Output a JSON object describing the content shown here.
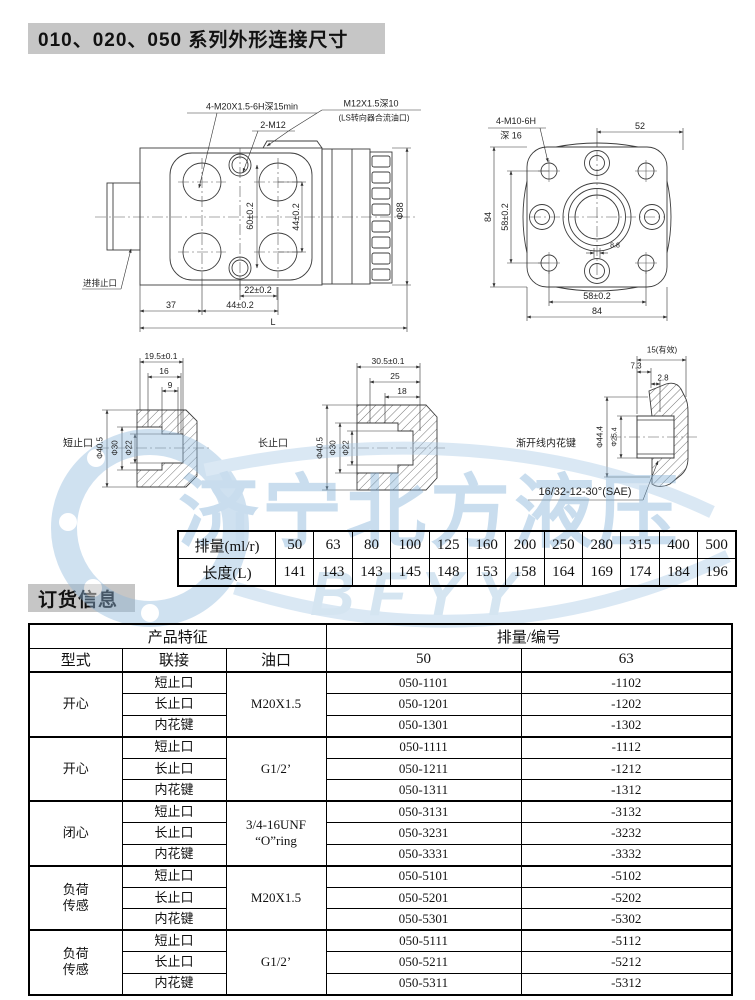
{
  "titles": {
    "main": "010、020、050 系列外形连接尺寸",
    "order": "订货信息"
  },
  "watermark": {
    "brand": "济宁北方液压",
    "latin": "BFYY",
    "color": "#8fb8dd"
  },
  "side_view": {
    "labels": [
      "4-M20X1.5-6H深15min",
      "2-M12",
      "M12X1.5深10",
      "(LS转向器合流油口)",
      "进排止口",
      "60±0.2",
      "44±0.2",
      "Φ88",
      "22±0.2",
      "37",
      "44±0.2",
      "L"
    ]
  },
  "end_view": {
    "labels": [
      "4-M10-6H",
      "深 16",
      "52",
      "84",
      "58±0.2",
      "8.8",
      "58±0.2",
      "84"
    ]
  },
  "sections": {
    "short": {
      "name": "短止口",
      "dims": [
        "19.5±0.1",
        "16",
        "9",
        "Φ40.5",
        "Φ30",
        "Φ22"
      ]
    },
    "long": {
      "name": "长止口",
      "dims": [
        "30.5±0.1",
        "25",
        "18",
        "Φ40.5",
        "Φ30",
        "Φ22"
      ]
    },
    "spline": {
      "name": "渐开线内花键",
      "dims": [
        "15(有效)",
        "7.3",
        "2.8",
        "Φ44.4",
        "Φ25.4"
      ],
      "note": "16/32-12-30°(SAE)"
    }
  },
  "size_table": {
    "rows": [
      {
        "label": "排量(ml/r)",
        "values": [
          "50",
          "63",
          "80",
          "100",
          "125",
          "160",
          "200",
          "250",
          "280",
          "315",
          "400",
          "500"
        ]
      },
      {
        "label": "长度(L)",
        "values": [
          "141",
          "143",
          "143",
          "145",
          "148",
          "153",
          "158",
          "164",
          "169",
          "174",
          "184",
          "196"
        ]
      }
    ]
  },
  "order_table": {
    "header_product": "产品特征",
    "header_code": "排量/编号",
    "columns": [
      "型式",
      "联接",
      "油口",
      "50",
      "63"
    ],
    "groups": [
      {
        "type_lines": [
          "开心"
        ],
        "port_lines": [
          "M20X1.5"
        ],
        "rows": [
          [
            "短止口",
            "050-1101",
            "-1102"
          ],
          [
            "长止口",
            "050-1201",
            "-1202"
          ],
          [
            "内花键",
            "050-1301",
            "-1302"
          ]
        ]
      },
      {
        "type_lines": [
          "开心"
        ],
        "port_lines": [
          "G1/2’"
        ],
        "rows": [
          [
            "短止口",
            "050-1111",
            "-1112"
          ],
          [
            "长止口",
            "050-1211",
            "-1212"
          ],
          [
            "内花键",
            "050-1311",
            "-1312"
          ]
        ]
      },
      {
        "type_lines": [
          "闭心"
        ],
        "port_lines": [
          "3/4-16UNF",
          "“O”ring"
        ],
        "rows": [
          [
            "短止口",
            "050-3131",
            "-3132"
          ],
          [
            "长止口",
            "050-3231",
            "-3232"
          ],
          [
            "内花键",
            "050-3331",
            "-3332"
          ]
        ]
      },
      {
        "type_lines": [
          "负荷",
          "传感"
        ],
        "port_lines": [
          "M20X1.5"
        ],
        "rows": [
          [
            "短止口",
            "050-5101",
            "-5102"
          ],
          [
            "长止口",
            "050-5201",
            "-5202"
          ],
          [
            "内花键",
            "050-5301",
            "-5302"
          ]
        ]
      },
      {
        "type_lines": [
          "负荷",
          "传感"
        ],
        "port_lines": [
          "G1/2’"
        ],
        "rows": [
          [
            "短止口",
            "050-5111",
            "-5112"
          ],
          [
            "长止口",
            "050-5211",
            "-5212"
          ],
          [
            "内花键",
            "050-5311",
            "-5312"
          ]
        ]
      }
    ]
  }
}
